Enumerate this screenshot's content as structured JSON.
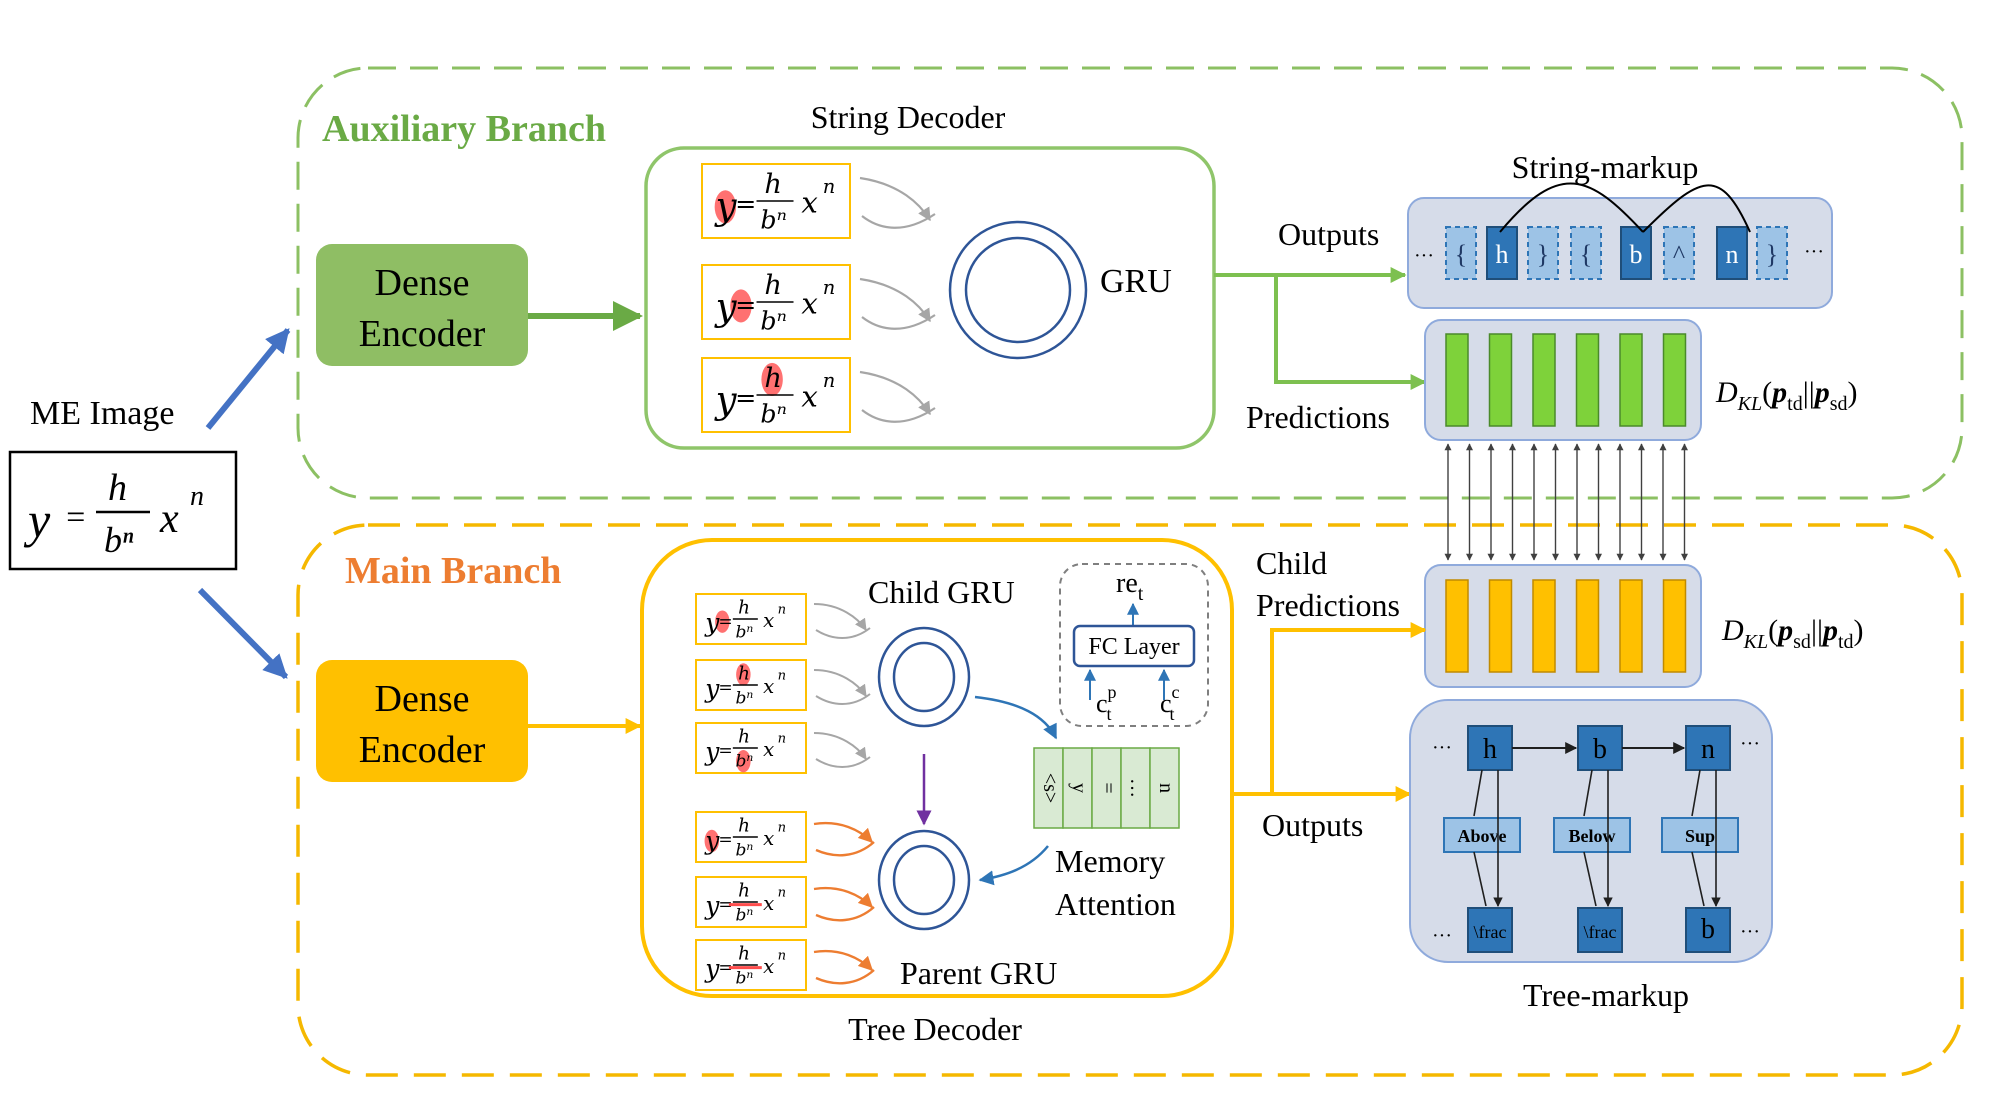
{
  "me_image": {
    "label": "ME Image",
    "formula": {
      "y": "y",
      "eq": "=",
      "num": "h",
      "den": "bⁿ",
      "x": "x",
      "exp": "n"
    }
  },
  "auxiliary": {
    "title": "Auxiliary Branch",
    "encoder": [
      "Dense",
      "Encoder"
    ],
    "decoder_title": "String Decoder",
    "gru": "GRU",
    "outputs": "Outputs",
    "predictions": "Predictions",
    "markup_title": "String-markup",
    "tokens": [
      "{",
      "h",
      "}",
      "{",
      "b",
      "^",
      "n",
      "}"
    ],
    "ellipsis": "···",
    "kl": {
      "d": "D",
      "sub": "KL",
      "open": "(",
      "p1": "p",
      "s1": "td",
      "bars": "||",
      "p2": "p",
      "s2": "sd",
      "close": ")"
    }
  },
  "main": {
    "title": "Main Branch",
    "encoder": [
      "Dense",
      "Encoder"
    ],
    "decoder_title": "Tree Decoder",
    "child_gru": "Child GRU",
    "parent_gru": "Parent GRU",
    "fc": {
      "ret": "re",
      "ret_sub": "t",
      "layer": "FC Layer",
      "cp": "c",
      "cp_sup": "p",
      "cp_sub": "t",
      "cc": "c",
      "cc_sup": "c",
      "cc_sub": "t"
    },
    "memory_cells": [
      "<s>",
      "y",
      "=",
      "…",
      "n"
    ],
    "memory_attention": [
      "Memory",
      "Attention"
    ],
    "child_predictions": [
      "Child",
      "Predictions"
    ],
    "outputs": "Outputs",
    "kl": {
      "d": "D",
      "sub": "KL",
      "open": "(",
      "p1": "p",
      "s1": "sd",
      "bars": "||",
      "p2": "p",
      "s2": "td",
      "close": ")"
    },
    "tree_title": "Tree-markup",
    "tree_top": [
      "h",
      "b",
      "n"
    ],
    "tree_relations": [
      "Above",
      "Below",
      "Sup"
    ],
    "tree_bottom": [
      "\\frac",
      "\\frac",
      "b"
    ],
    "ellipsis": "···"
  },
  "colors": {
    "green": "#6aaa45",
    "green_dash": "#8cc063",
    "green_fill": "#8fbe64",
    "pred_green": "#7ed23a",
    "yellow": "#ffc000",
    "yellow_dash": "#f5b800",
    "orange_text": "#ed7d31",
    "blue_arrow": "#4472c4",
    "token_dark": "#2e75b6",
    "token_light": "#9dc3e6",
    "panel": "#d6dce9",
    "memory_fill": "#d9ead3",
    "red_mark": "#ff4d4d",
    "orange_arrow": "#ed7d31"
  }
}
